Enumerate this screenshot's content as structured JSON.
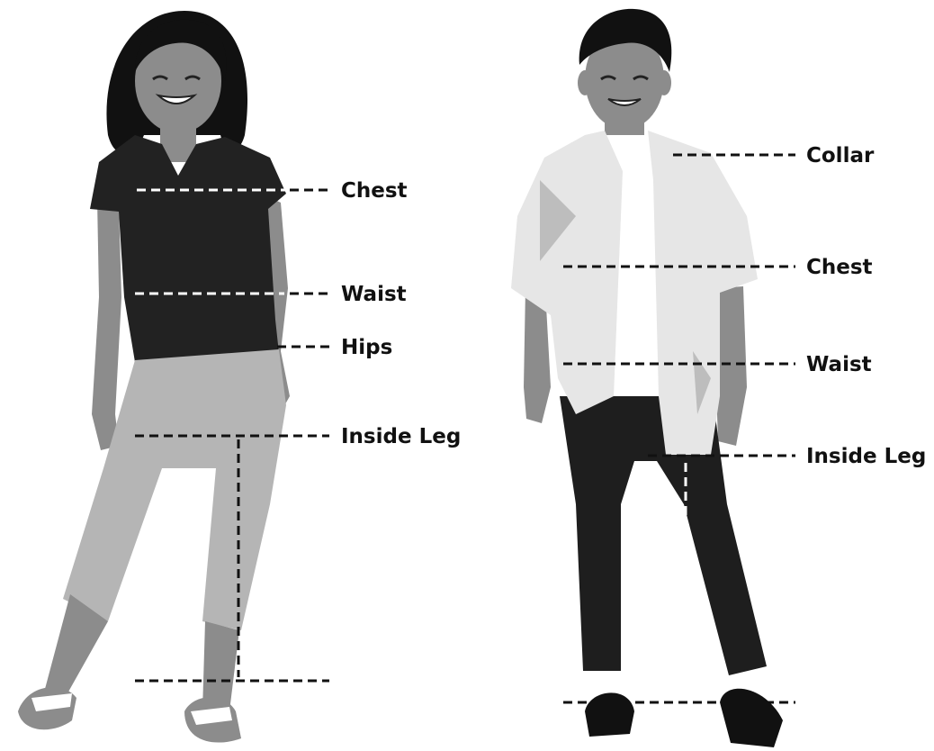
{
  "girl": {
    "labels": {
      "chest": "Chest",
      "waist": "Waist",
      "hips": "Hips",
      "inside_leg": "Inside Leg"
    }
  },
  "boy": {
    "labels": {
      "collar": "Collar",
      "chest": "Chest",
      "waist": "Waist",
      "inside_leg": "Inside Leg"
    }
  },
  "colors": {
    "background": "#ffffff",
    "skin": "#8c8c8c",
    "hair": "#111111",
    "girl_top": "#222222",
    "girl_pants": "#b5b5b5",
    "boy_shirt": "#e6e6e6",
    "boy_pants": "#1e1e1e",
    "dash_on_light": "#111111",
    "dash_on_dark": "#ffffff"
  }
}
